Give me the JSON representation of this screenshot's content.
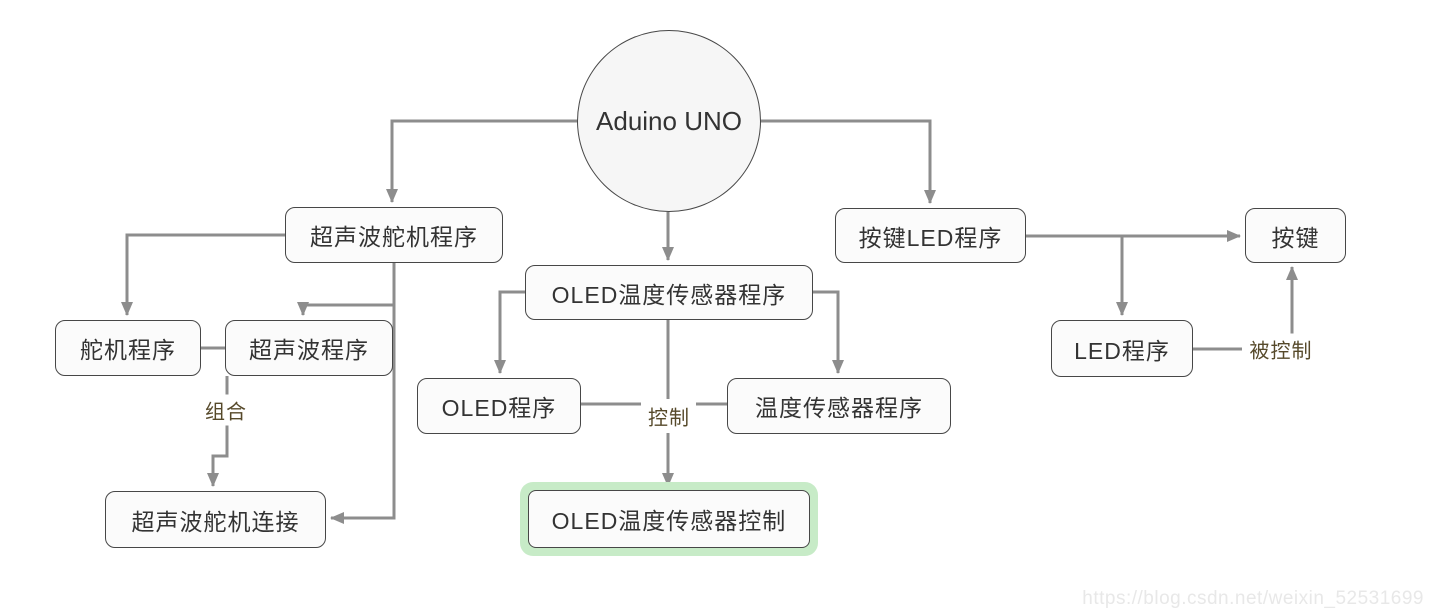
{
  "diagram": {
    "root": {
      "label": "Aduino UNO"
    },
    "nodes": {
      "ultrasonic_servo_program": {
        "label": "超声波舵机程序"
      },
      "servo_program": {
        "label": "舵机程序"
      },
      "ultrasonic_program": {
        "label": "超声波程序"
      },
      "ultrasonic_servo_connection": {
        "label": "超声波舵机连接"
      },
      "oled_temp_sensor_program": {
        "label": "OLED温度传感器程序"
      },
      "oled_program": {
        "label": "OLED程序"
      },
      "temp_sensor_program": {
        "label": "温度传感器程序"
      },
      "oled_temp_sensor_control": {
        "label": "OLED温度传感器控制"
      },
      "button_led_program": {
        "label": "按键LED程序"
      },
      "button": {
        "label": "按键"
      },
      "led_program": {
        "label": "LED程序"
      }
    },
    "edge_labels": {
      "combine": "组合",
      "control": "控制",
      "controlled": "被控制"
    },
    "colors": {
      "connector_line": "#8d8d8d",
      "node_border": "#474747",
      "node_fill": "#fbfbfb",
      "selection_highlight": "#c7ebc7",
      "edge_label_text": "#56492a"
    }
  },
  "watermark": "https://blog.csdn.net/weixin_52531699"
}
